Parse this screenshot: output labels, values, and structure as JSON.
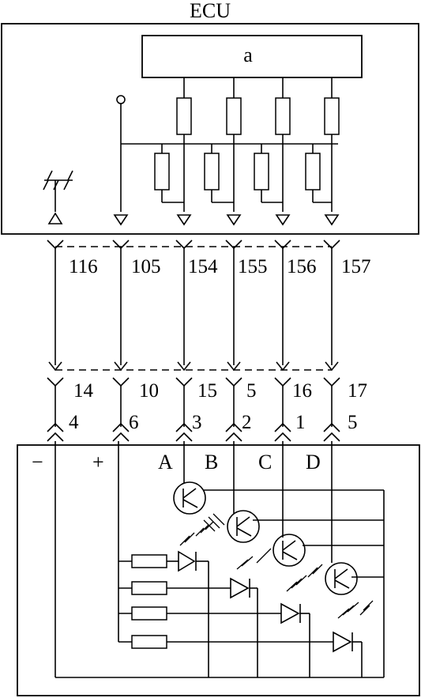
{
  "ecu": {
    "title": "ECU",
    "block_label": "a"
  },
  "connector_ecu_pins": [
    "116",
    "105",
    "154",
    "155",
    "156",
    "157"
  ],
  "connector_mid_pins": [
    "14",
    "10",
    "15",
    "5",
    "16",
    "17"
  ],
  "connector_sensor_pins": [
    "4",
    "6",
    "3",
    "2",
    "1",
    "5"
  ],
  "sensor": {
    "polarity_minus": "−",
    "polarity_plus": "+",
    "channels": [
      "A",
      "B",
      "C",
      "D"
    ]
  }
}
